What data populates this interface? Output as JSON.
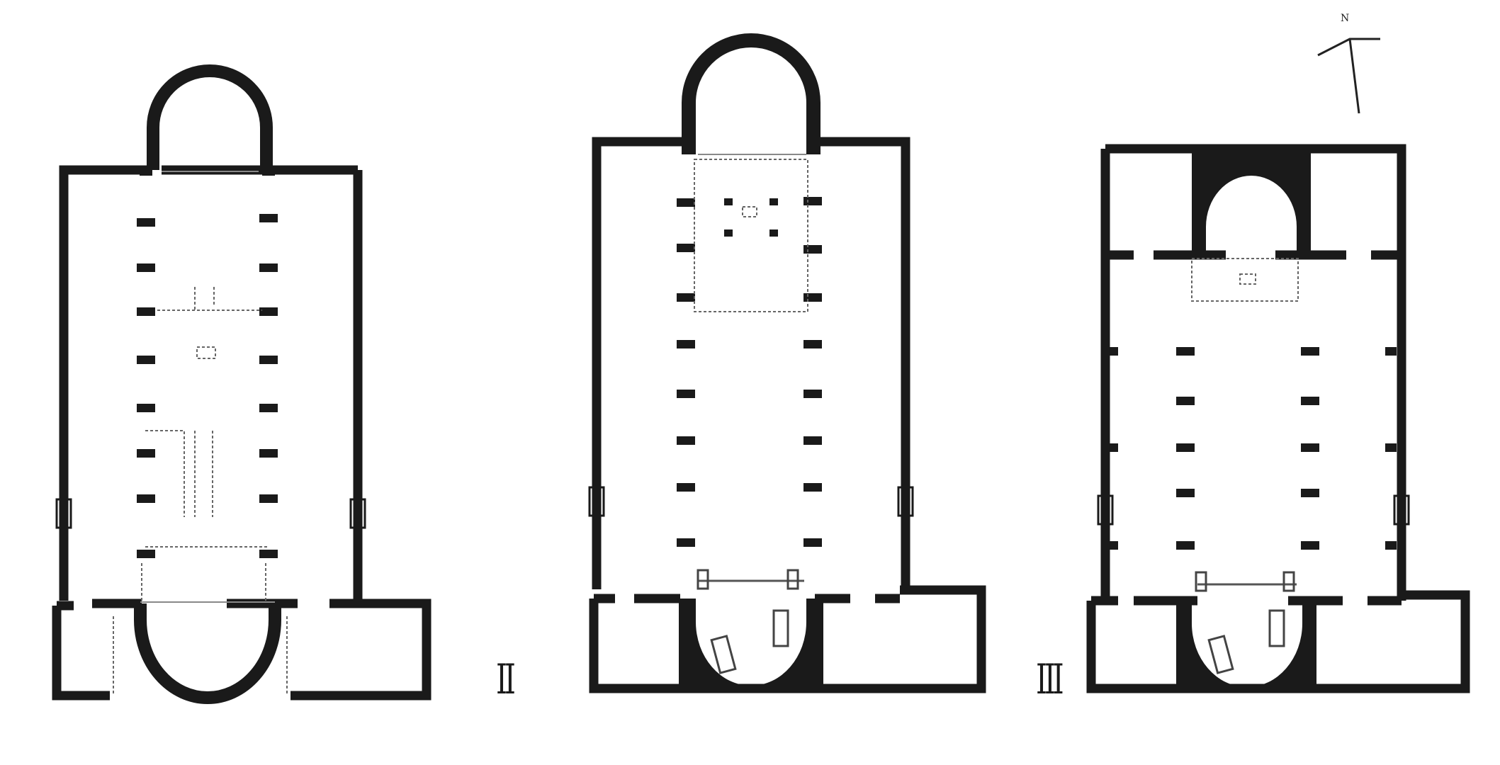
{
  "figure": {
    "plan_labels": [
      "",
      "II",
      "III"
    ],
    "north_marker": "N",
    "colors": {
      "ink": "#1a1a1a",
      "paper": "#ffffff",
      "faint": "#555555"
    }
  }
}
